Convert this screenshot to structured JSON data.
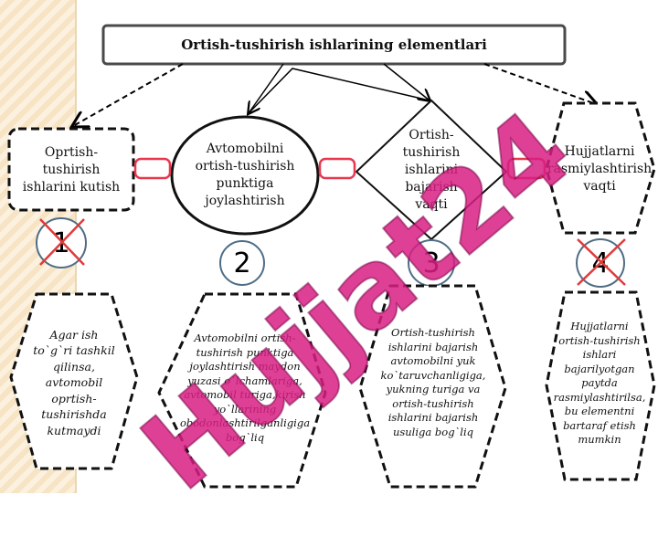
{
  "title": "Ortish-tushirish ishlarining  elementlari",
  "nodes": [
    {
      "label": "Oprtish-tushirish ishlarini kutish",
      "number": "1",
      "crossed": true,
      "detail": "Agar ish to`g`ri tashkil qilinsa, avtomobil oprtish-tushirishda kutmaydi"
    },
    {
      "label": "Avtomobilni ortish-tushirish punktiga joylashtirish",
      "number": "2",
      "crossed": false,
      "detail": "Avtomobilni ortish-tushirish punktiga joylashtirish maydon yuzasi o`lchamlariga, avtomobil turiga,kirish yo`llarining obodonlashtirilganligiga bog`liq"
    },
    {
      "label": "Ortish-tushirish ishlarini bajarish vaqti",
      "number": "3",
      "crossed": false,
      "detail": "Ortish-tushirish ishlarini bajarish avtomobilni yuk ko`taruvchanligiga, yukning turiga va ortish-tushirish ishlarini bajarish usuliga bog`liq"
    },
    {
      "label": "Hujjatlarni rasmiylashtirish vaqti",
      "number": "4",
      "crossed": true,
      "detail": "Hujjatlarni ortish-tushirish ishlari bajarilyotgan paytda rasmiylashtirilsa, bu elementni bartaraf etish mumkin"
    }
  ],
  "watermark": "Hujjat24",
  "colors": {
    "connector": "#e8384f",
    "cross": "#e03a3a",
    "circle_border": "#4f6d86",
    "watermark": "#d71e82"
  }
}
